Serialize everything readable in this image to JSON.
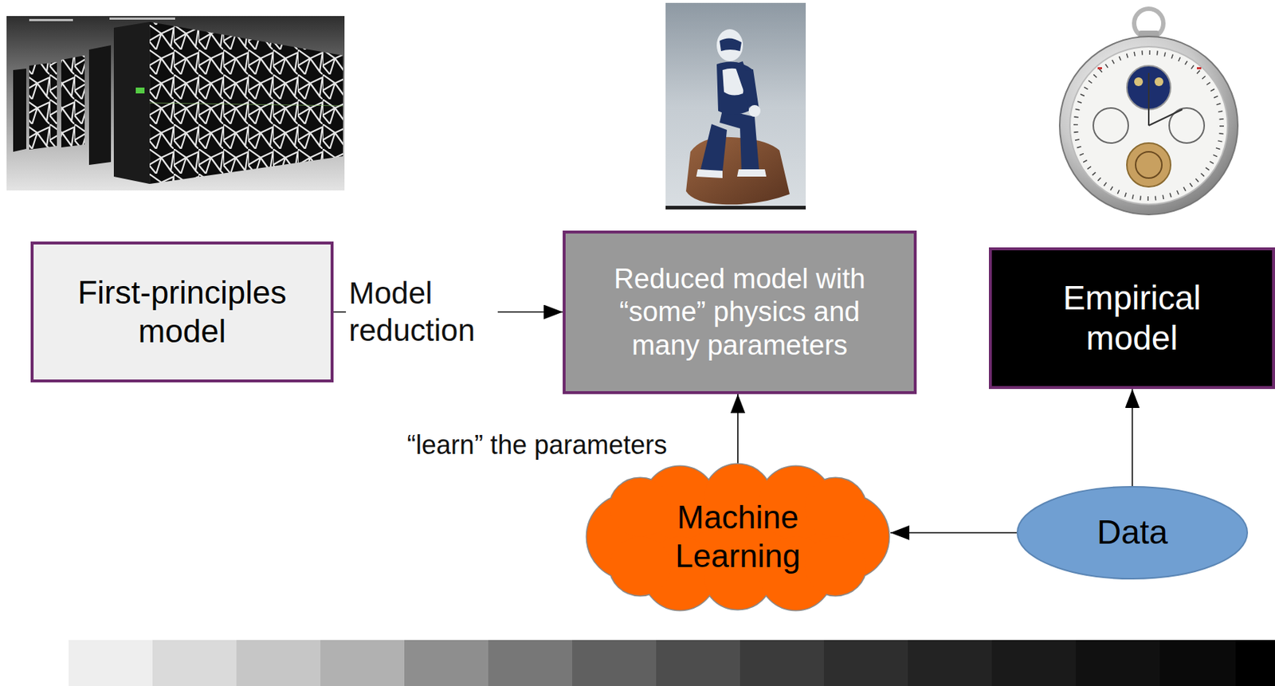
{
  "diagram": {
    "nodes": [
      {
        "text": [
          "First-principles model"
        ]
      },
      {
        "text": [
          "Reduced model with “some” physics and many parameters"
        ]
      },
      {
        "text": [
          "Empirical model"
        ]
      },
      {
        "text": [
          "Machine Learning"
        ]
      },
      {
        "text": [
          "Data"
        ]
      }
    ],
    "edges": [
      {
        "from": 0,
        "to": 1,
        "label": "Model reduction",
        "arrow": "to"
      },
      {
        "from": 3,
        "to": 1,
        "label": "“learn” the parameters",
        "arrow": "to"
      },
      {
        "from": 4,
        "to": 3,
        "arrow": "to"
      },
      {
        "from": 4,
        "to": 2,
        "arrow": "to"
      }
    ]
  }
}
